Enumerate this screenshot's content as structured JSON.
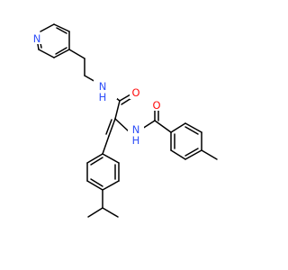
{
  "molecule": {
    "atom_labels": {
      "pyridine_n": "N",
      "amide_nh_upper": "N",
      "amide_h_upper": "H",
      "carbonyl_o_upper": "O",
      "carbonyl_o_right": "O",
      "amide_nh_right": "N",
      "amide_h_right": "H"
    },
    "colors": {
      "nitrogen": "#3050f8",
      "oxygen": "#ff0d0d",
      "bond": "#000000"
    }
  }
}
